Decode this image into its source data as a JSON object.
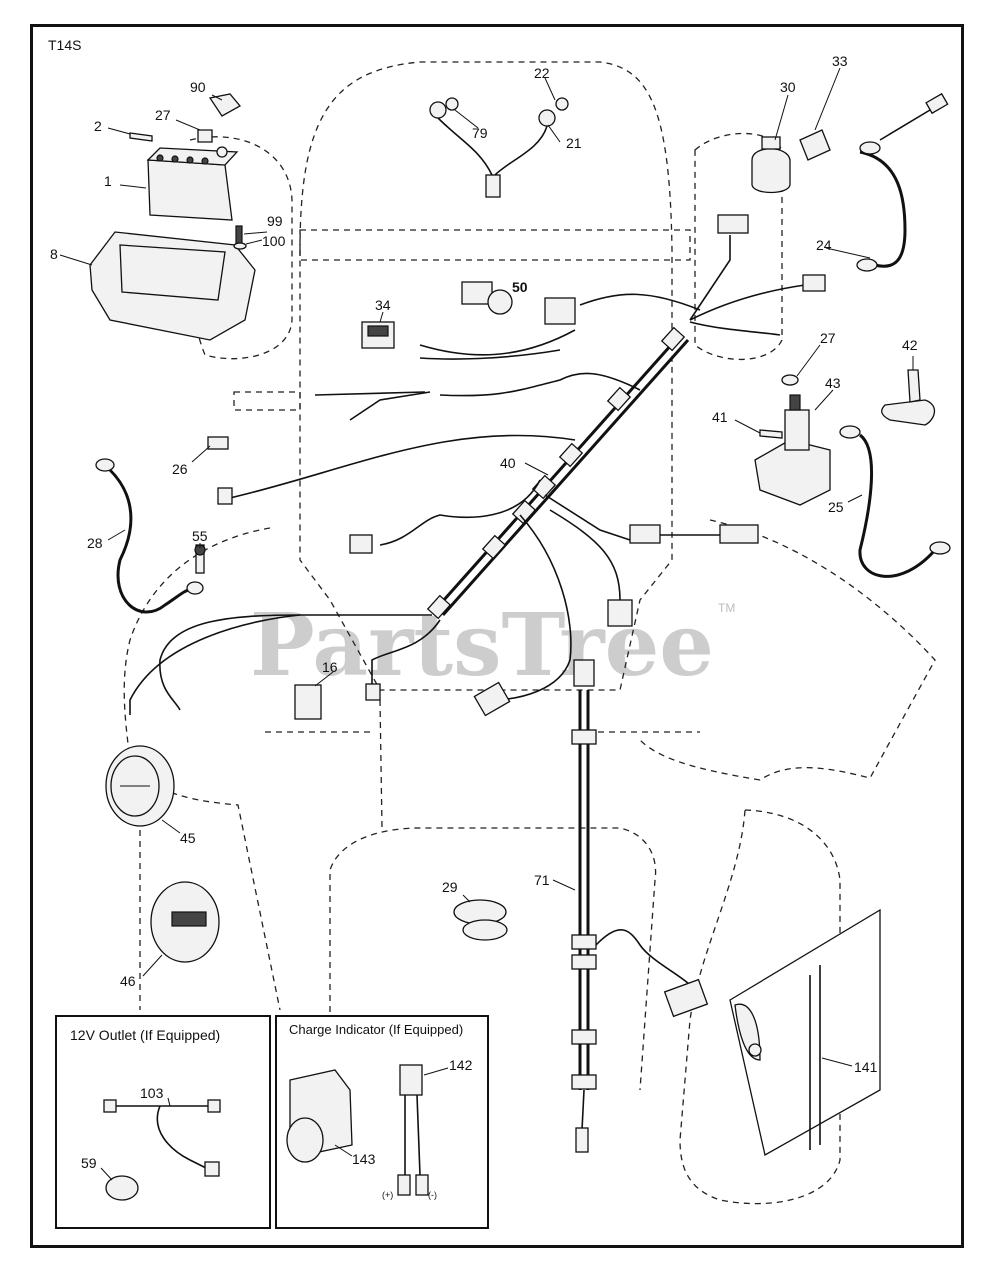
{
  "diagram": {
    "code": "T14S",
    "watermark": "PartsTree",
    "watermark_tm": "TM",
    "callouts": [
      {
        "id": "90"
      },
      {
        "id": "27"
      },
      {
        "id": "2"
      },
      {
        "id": "1"
      },
      {
        "id": "99"
      },
      {
        "id": "100"
      },
      {
        "id": "8"
      },
      {
        "id": "22"
      },
      {
        "id": "79"
      },
      {
        "id": "21"
      },
      {
        "id": "30"
      },
      {
        "id": "33"
      },
      {
        "id": "24"
      },
      {
        "id": "34"
      },
      {
        "id": "50"
      },
      {
        "id": "27b",
        "text": "27"
      },
      {
        "id": "42"
      },
      {
        "id": "43"
      },
      {
        "id": "41"
      },
      {
        "id": "26"
      },
      {
        "id": "40"
      },
      {
        "id": "28"
      },
      {
        "id": "55"
      },
      {
        "id": "25"
      },
      {
        "id": "16"
      },
      {
        "id": "45"
      },
      {
        "id": "29"
      },
      {
        "id": "71"
      },
      {
        "id": "46"
      },
      {
        "id": "141"
      },
      {
        "id": "103"
      },
      {
        "id": "59"
      },
      {
        "id": "142"
      },
      {
        "id": "143"
      }
    ],
    "insets": {
      "outlet_title": "12V Outlet (If Equipped)",
      "charge_title": "Charge Indicator (If Equipped)",
      "plus": "(+)",
      "minus": "(-)"
    }
  },
  "labels": {
    "c90": "90",
    "c27": "27",
    "c2": "2",
    "c1": "1",
    "c99": "99",
    "c100": "100",
    "c8": "8",
    "c22": "22",
    "c79": "79",
    "c21": "21",
    "c30": "30",
    "c33": "33",
    "c24": "24",
    "c34": "34",
    "c50": "50",
    "c27b": "27",
    "c42": "42",
    "c43": "43",
    "c41": "41",
    "c26": "26",
    "c40": "40",
    "c28": "28",
    "c55": "55",
    "c25": "25",
    "c16": "16",
    "c45": "45",
    "c29": "29",
    "c71": "71",
    "c46": "46",
    "c141": "141",
    "c103": "103",
    "c59": "59",
    "c142": "142",
    "c143": "143"
  }
}
